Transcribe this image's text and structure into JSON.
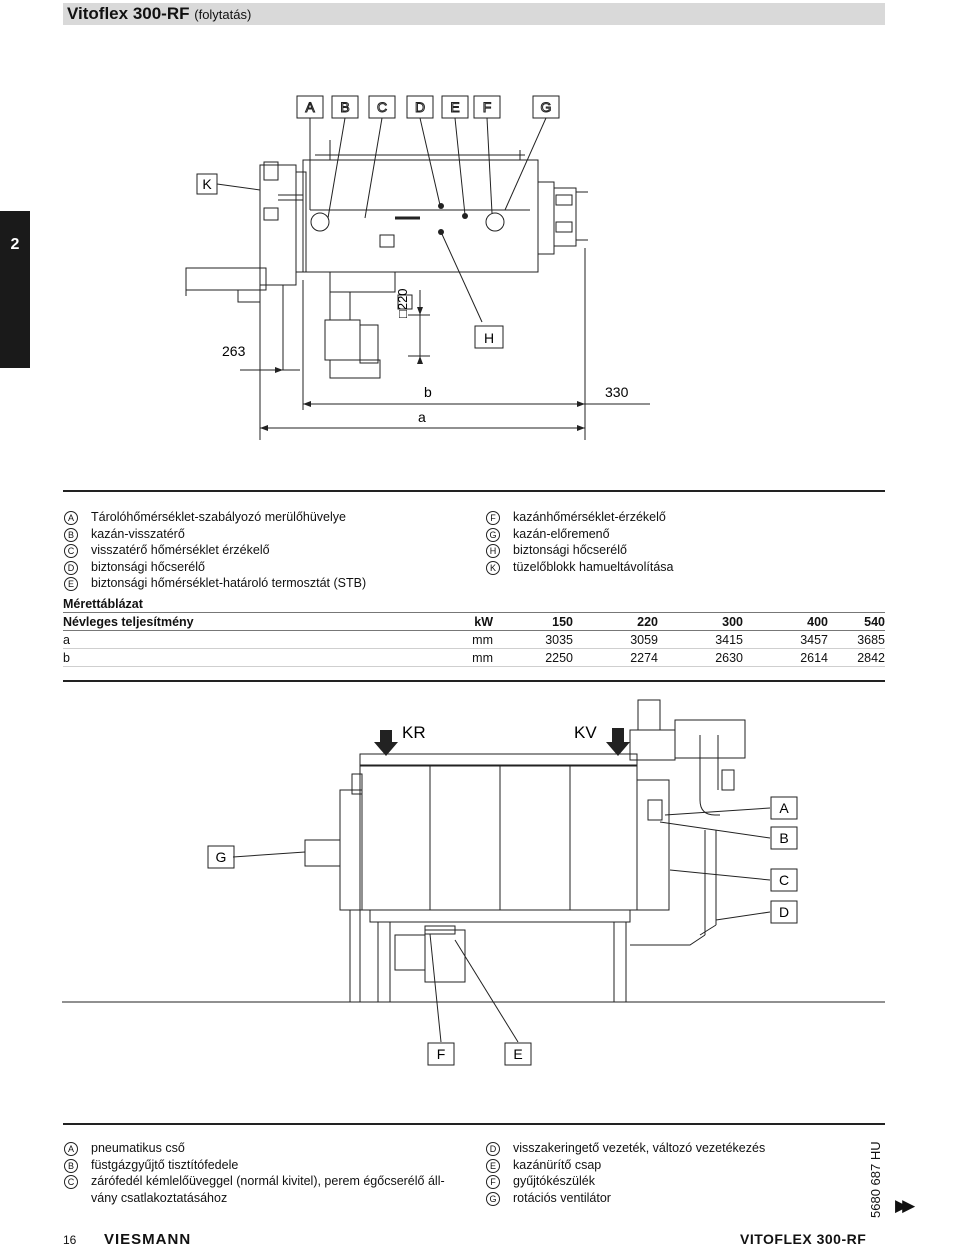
{
  "header": {
    "title": "Vitoflex 300-RF",
    "subtitle": "(folytatás)"
  },
  "tab": {
    "label": "2"
  },
  "fig1": {
    "labels_top": [
      "A",
      "B",
      "C",
      "D",
      "E",
      "F",
      "G"
    ],
    "label_k": "K",
    "label_h": "H",
    "dim_263": "263",
    "dim_220": "□220",
    "dim_b": "b",
    "dim_a": "a",
    "dim_330": "330"
  },
  "legend1_left": [
    {
      "letter": "A",
      "text": "Tárolóhőmérséklet-szabályozó merülőhüvelye"
    },
    {
      "letter": "B",
      "text": "kazán-visszatérő"
    },
    {
      "letter": "C",
      "text": "visszatérő hőmérséklet érzékelő"
    },
    {
      "letter": "D",
      "text": "biztonsági hőcserélő"
    },
    {
      "letter": "E",
      "text": "biztonsági hőmérséklet-határoló termosztát (STB)"
    }
  ],
  "legend1_right": [
    {
      "letter": "F",
      "text": "kazánhőmérséklet-érzékelő"
    },
    {
      "letter": "G",
      "text": "kazán-előremenő"
    },
    {
      "letter": "H",
      "text": "biztonsági hőcserélő"
    },
    {
      "letter": "K",
      "text": "tüzelőblokk hamueltávolítása"
    }
  ],
  "table": {
    "title": "Mérettáblázat",
    "header": {
      "label": "Névleges teljesítmény",
      "unit": "kW",
      "values": [
        "150",
        "220",
        "300",
        "400",
        "540"
      ]
    },
    "rows": [
      {
        "label": "a",
        "unit": "mm",
        "values": [
          "3035",
          "3059",
          "3415",
          "3457",
          "3685"
        ]
      },
      {
        "label": "b",
        "unit": "mm",
        "values": [
          "2250",
          "2274",
          "2630",
          "2614",
          "2842"
        ]
      }
    ]
  },
  "fig2": {
    "kr": "KR",
    "kv": "KV",
    "label_g": "G",
    "labels_right": [
      "A",
      "B",
      "C",
      "D"
    ],
    "labels_bottom": [
      "F",
      "E"
    ]
  },
  "legend2_left": [
    {
      "letter": "A",
      "text": "pneumatikus cső"
    },
    {
      "letter": "B",
      "text": "füstgázgyűjtő tisztítófedele"
    },
    {
      "letter": "C",
      "text": "zárófedél kémlelőüveggel (normál kivitel), perem égőcserélő áll-"
    },
    {
      "letter": "",
      "text": "vány csatlakoztatásához"
    }
  ],
  "legend2_right": [
    {
      "letter": "D",
      "text": "visszakeringető vezeték, változó vezetékezés"
    },
    {
      "letter": "E",
      "text": "kazánürítő csap"
    },
    {
      "letter": "F",
      "text": "gyűjtókészülék"
    },
    {
      "letter": "G",
      "text": "rotációs ventilátor"
    }
  ],
  "footer": {
    "page": "16",
    "logo": "VIESMANN",
    "product": "VITOFLEX 300-RF",
    "code": "5680 687 HU",
    "next": "▶▶"
  }
}
